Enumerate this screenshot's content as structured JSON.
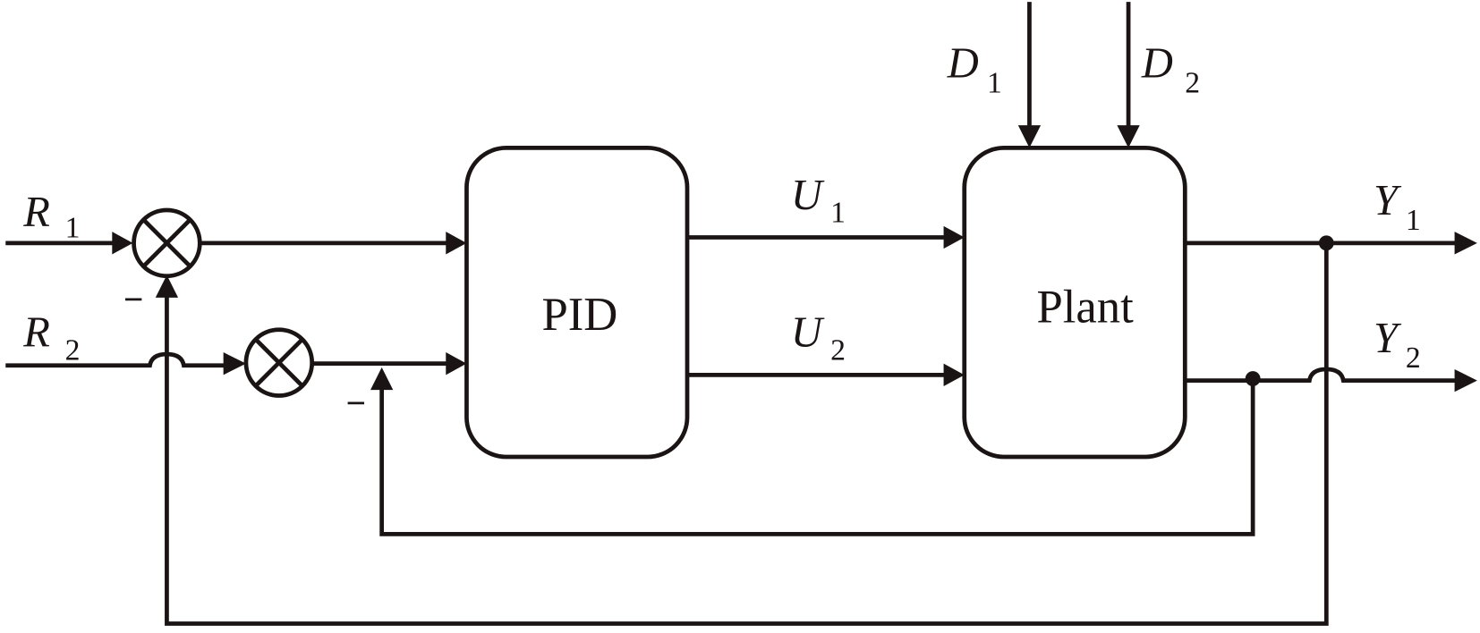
{
  "title": "Two-loop PID control block diagram",
  "blocks": {
    "controller": "PID",
    "plant": "Plant"
  },
  "inputs": [
    {
      "sym": "R",
      "sub": "1"
    },
    {
      "sym": "R",
      "sub": "2"
    }
  ],
  "controls": [
    {
      "sym": "U",
      "sub": "1"
    },
    {
      "sym": "U",
      "sub": "2"
    }
  ],
  "disturbances": [
    {
      "sym": "D",
      "sub": "1"
    },
    {
      "sym": "D",
      "sub": "2"
    }
  ],
  "outputs": [
    {
      "sym": "Y",
      "sub": "1"
    },
    {
      "sym": "Y",
      "sub": "2"
    }
  ],
  "feedback_sign": "−"
}
